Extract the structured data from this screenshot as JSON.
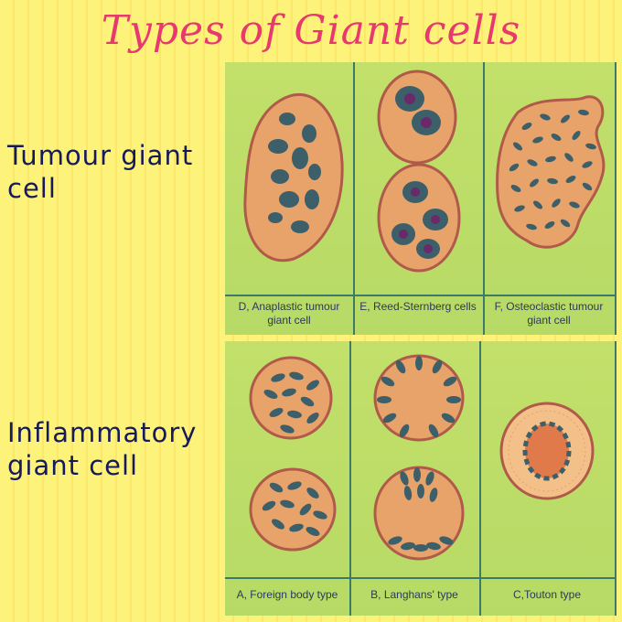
{
  "title": "Types of Giant cells",
  "labels": {
    "tumour": "Tumour giant cell",
    "inflammatory": "Inflammatory giant cell"
  },
  "tumour_panel": {
    "captions": [
      "D, Anaplastic tumour giant cell",
      "E, Reed-Sternberg cells",
      "F, Osteoclastic tumour giant cell"
    ]
  },
  "inflammatory_panel": {
    "captions": [
      "A, Foreign body type",
      "B, Langhans' type",
      "C,Touton type"
    ]
  },
  "colors": {
    "title": "#e63a6e",
    "label": "#141a5a",
    "cell_fill": "#e8a36a",
    "cell_border": "#b05a4a",
    "nucleus": "#3c5f6a",
    "nucleolus": "#6a2a6a"
  }
}
